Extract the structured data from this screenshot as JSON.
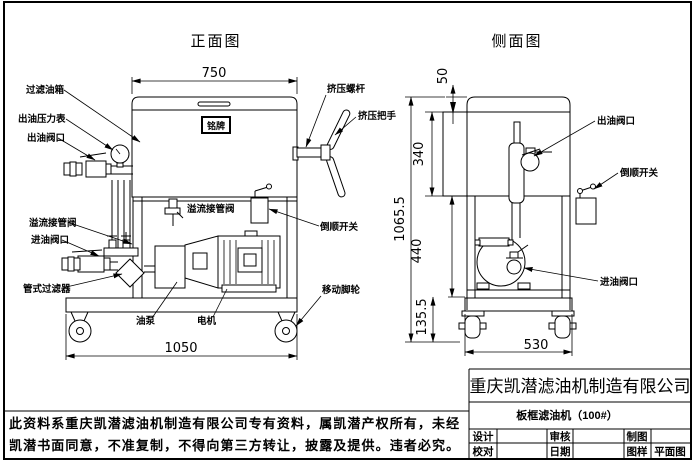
{
  "front_view": {
    "title": "正面图",
    "dim_top_width": "750",
    "dim_base_width": "1050",
    "labels": {
      "filter_tank": "过滤油箱",
      "outlet_pressure_gauge": "出油压力表",
      "outlet_valve_port": "出油阀口",
      "overflow_pipe_valve_left": "溢流接管阀",
      "inlet_valve_port": "进油阀口",
      "tube_filter": "管式过滤器",
      "overflow_pipe_valve_center": "溢流接管阀",
      "reverse_switch": "倒顺开关",
      "press_screw": "挤压螺杆",
      "press_handle": "挤压把手",
      "moving_casters": "移动脚轮",
      "oil_pump": "油泵",
      "motor": "电机",
      "nameplate": "铭牌"
    }
  },
  "side_view": {
    "title": "侧面图",
    "dim_lid_offset": "50",
    "dim_tank_height": "340",
    "dim_total_height": "1065.5",
    "dim_frame_height": "440",
    "dim_caster_height": "135.5",
    "dim_base_depth": "530",
    "labels": {
      "outlet_valve_port": "出油阀口",
      "reverse_switch": "倒顺开关",
      "inlet_valve_port": "进油阀口"
    }
  },
  "title_block": {
    "company": "重庆凯潜滤油机制造有限公司",
    "product": "板框滤油机（100#）",
    "design_label": "设计",
    "review_label": "审核",
    "draft_label": "制图",
    "proofread_label": "校对",
    "date_label": "日期",
    "pattern_label": "图样",
    "pattern_value": "平面图"
  },
  "disclaimer": {
    "line1": "此资料系重庆凯潜滤油机制造有限公司专有资料，属凯潜产权所有，未经",
    "line2": "凯潜书面同意，不准复制，不得向第三方转让，披露及提供。违者必究。"
  }
}
